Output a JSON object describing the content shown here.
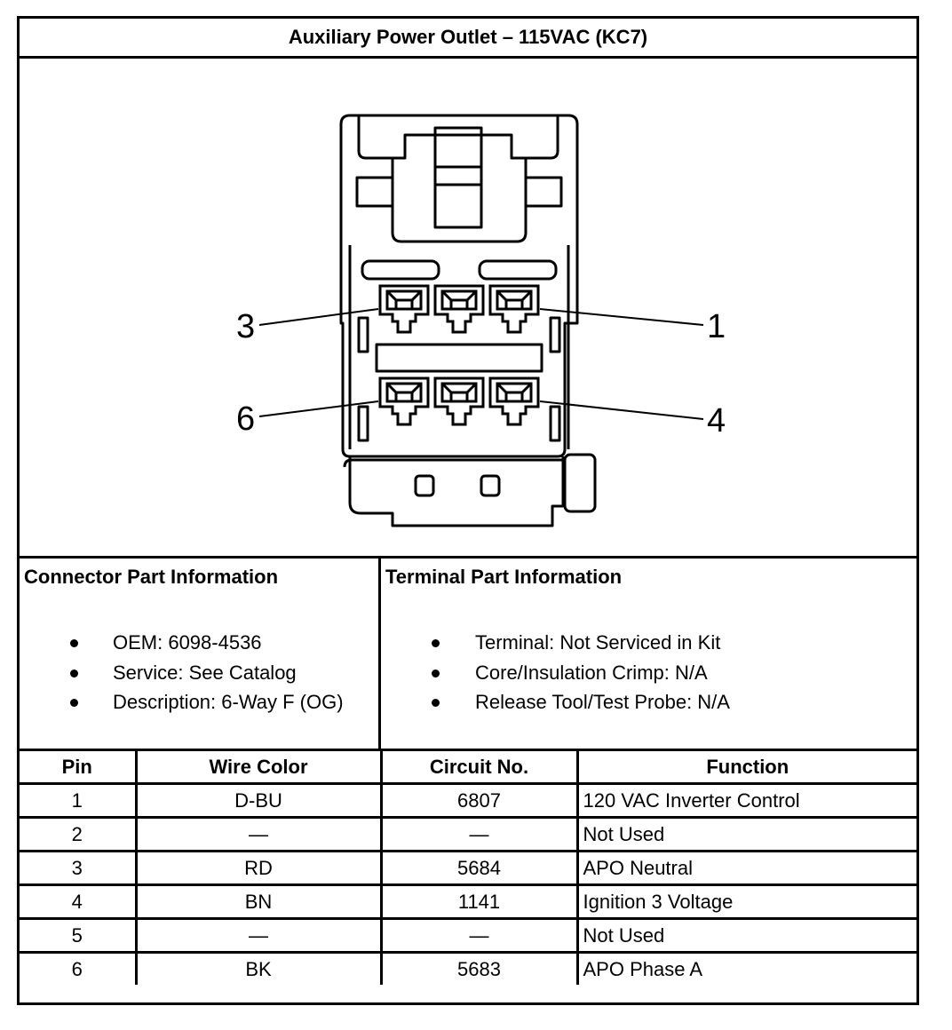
{
  "title": "Auxiliary Power Outlet – 115VAC (KC7)",
  "diagram": {
    "pin_callouts": [
      "3",
      "1",
      "6",
      "4"
    ]
  },
  "connector_info": {
    "heading": "Connector Part Information",
    "items": [
      "OEM: 6098-4536",
      "Service: See Catalog",
      "Description: 6-Way F (OG)"
    ]
  },
  "terminal_info": {
    "heading": "Terminal Part Information",
    "items": [
      "Terminal: Not Serviced in Kit",
      "Core/Insulation Crimp: N/A",
      "Release Tool/Test Probe: N/A"
    ]
  },
  "pin_table": {
    "headers": [
      "Pin",
      "Wire Color",
      "Circuit No.",
      "Function"
    ],
    "rows": [
      [
        "1",
        "D-BU",
        "6807",
        "120 VAC Inverter Control"
      ],
      [
        "2",
        "—",
        "—",
        "Not Used"
      ],
      [
        "3",
        "RD",
        "5684",
        "APO Neutral"
      ],
      [
        "4",
        "BN",
        "1141",
        "Ignition 3 Voltage"
      ],
      [
        "5",
        "—",
        "—",
        "Not Used"
      ],
      [
        "6",
        "BK",
        "5683",
        "APO Phase A"
      ]
    ]
  }
}
